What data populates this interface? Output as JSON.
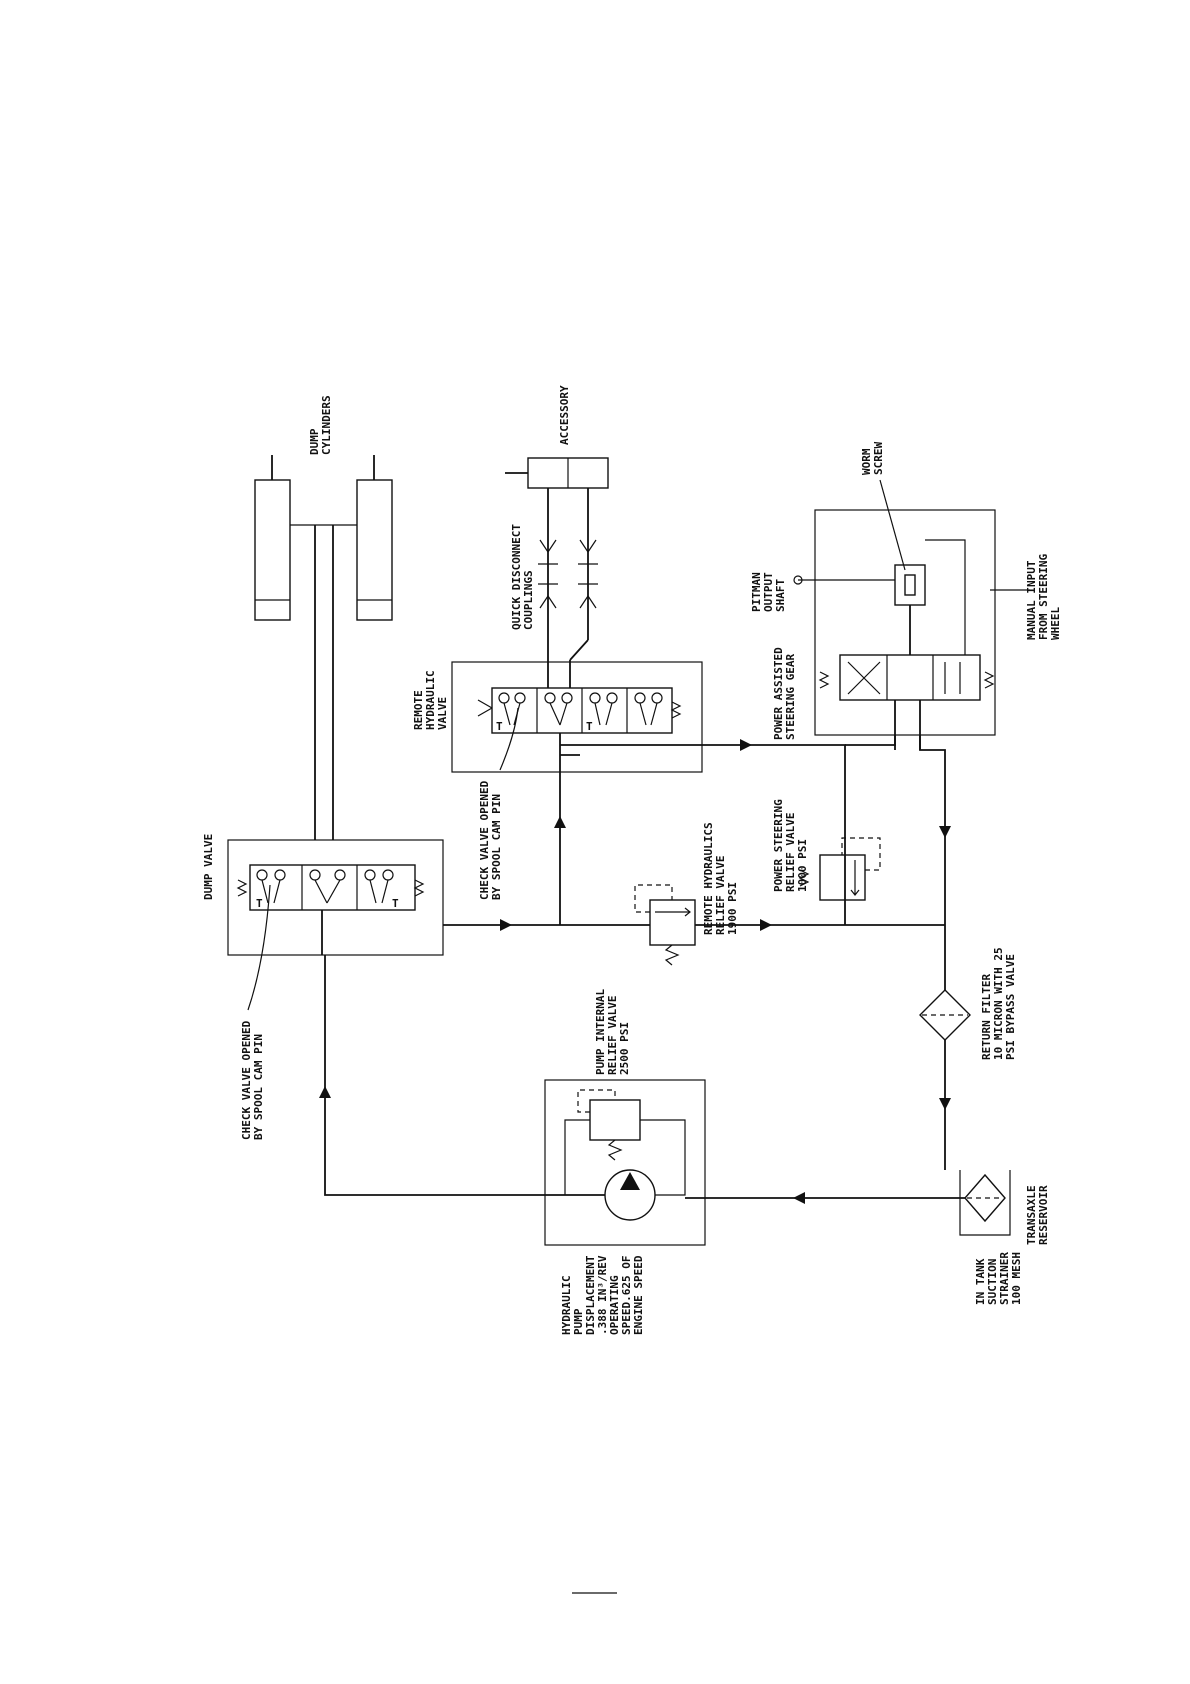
{
  "labels": {
    "dump_cylinders": [
      "DUMP",
      "CYLINDERS"
    ],
    "accessory": [
      "ACCESSORY"
    ],
    "quick_disconnect": [
      "QUICK DISCONNECT",
      "COUPLINGS"
    ],
    "worm_screw": [
      "WORM",
      "SCREW"
    ],
    "pitman_shaft": [
      "PITMAN",
      "OUTPUT",
      "SHAFT"
    ],
    "manual_input": [
      "MANUAL INPUT",
      "FROM STEERING",
      "WHEEL"
    ],
    "power_assisted_gear": [
      "POWER ASSISTED",
      "STEERING GEAR"
    ],
    "remote_hydraulic_valve": [
      "REMOTE",
      "HYDRAULIC",
      "VALVE"
    ],
    "check_valve_remote": [
      "CHECK VALVE OPENED",
      "BY SPOOL CAM PIN"
    ],
    "power_steering_relief": [
      "POWER STEERING",
      "RELIEF VALVE",
      "1000 PSI"
    ],
    "remote_relief": [
      "REMOTE HYDRAULICS",
      "RELIEF VALVE",
      "1900 PSI"
    ],
    "dump_valve": [
      "DUMP VALVE"
    ],
    "check_valve_dump": [
      "CHECK VALVE OPENED",
      "BY SPOOL CAM PIN"
    ],
    "return_filter": [
      "RETURN FILTER",
      "10 MICRON WITH 25",
      "PSI BYPASS VALVE"
    ],
    "pump_relief": [
      "PUMP INTERNAL",
      "RELIEF VALVE",
      "2500 PSI"
    ],
    "transaxle_reservoir": [
      "TRANSAXLE",
      "RESERVOIR"
    ],
    "in_tank_strainer": [
      "IN TANK",
      "SUCTION",
      "STRAINER",
      "100 MESH"
    ],
    "hydraulic_pump": [
      "HYDRAULIC",
      "PUMP",
      "DISPLACEMENT",
      ".388 IN³/REV",
      "OPERATING",
      "SPEED.625 OF",
      "ENGINE SPEED"
    ]
  }
}
